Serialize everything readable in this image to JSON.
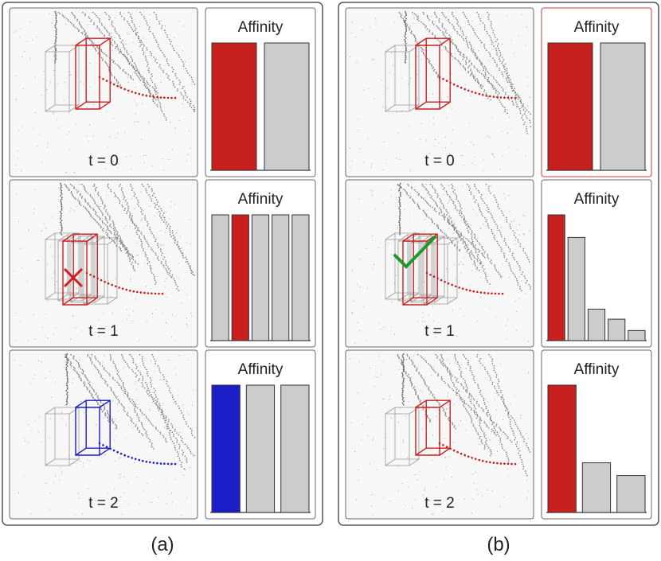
{
  "figure": {
    "panels": [
      {
        "caption": "(a)",
        "rows": [
          {
            "time_label": "t = 0",
            "box_color": "#c8201f",
            "mark": "none",
            "chart_title": "Affinity",
            "bars": [
              {
                "value": 1.0,
                "color": "#c8201f"
              },
              {
                "value": 1.0,
                "color": "#cccccc"
              }
            ]
          },
          {
            "time_label": "t = 1",
            "box_color": "#c8201f",
            "mark": "cross-icon",
            "chart_title": "Affinity",
            "bars": [
              {
                "value": 1.0,
                "color": "#cccccc"
              },
              {
                "value": 1.0,
                "color": "#c8201f"
              },
              {
                "value": 1.0,
                "color": "#cccccc"
              },
              {
                "value": 1.0,
                "color": "#cccccc"
              },
              {
                "value": 1.0,
                "color": "#cccccc"
              }
            ]
          },
          {
            "time_label": "t = 2",
            "box_color": "#1c1ec8",
            "mark": "none",
            "chart_title": "Affinity",
            "bars": [
              {
                "value": 1.0,
                "color": "#1c1ec8"
              },
              {
                "value": 1.0,
                "color": "#cccccc"
              },
              {
                "value": 1.0,
                "color": "#cccccc"
              }
            ]
          }
        ]
      },
      {
        "caption": "(b)",
        "rows": [
          {
            "time_label": "t = 0",
            "box_color": "#c8201f",
            "mark": "none",
            "chart_title": "Affinity",
            "bars": [
              {
                "value": 1.0,
                "color": "#c8201f"
              },
              {
                "value": 1.0,
                "color": "#cccccc"
              }
            ]
          },
          {
            "time_label": "t = 1",
            "box_color": "#c8201f",
            "mark": "check-icon",
            "chart_title": "Affinity",
            "bars": [
              {
                "value": 1.0,
                "color": "#c8201f"
              },
              {
                "value": 0.82,
                "color": "#cccccc"
              },
              {
                "value": 0.25,
                "color": "#cccccc"
              },
              {
                "value": 0.17,
                "color": "#cccccc"
              },
              {
                "value": 0.08,
                "color": "#cccccc"
              }
            ]
          },
          {
            "time_label": "t = 2",
            "box_color": "#c8201f",
            "mark": "none",
            "chart_title": "Affinity",
            "bars": [
              {
                "value": 1.0,
                "color": "#c8201f"
              },
              {
                "value": 0.39,
                "color": "#cccccc"
              },
              {
                "value": 0.29,
                "color": "#cccccc"
              }
            ]
          }
        ]
      }
    ]
  }
}
